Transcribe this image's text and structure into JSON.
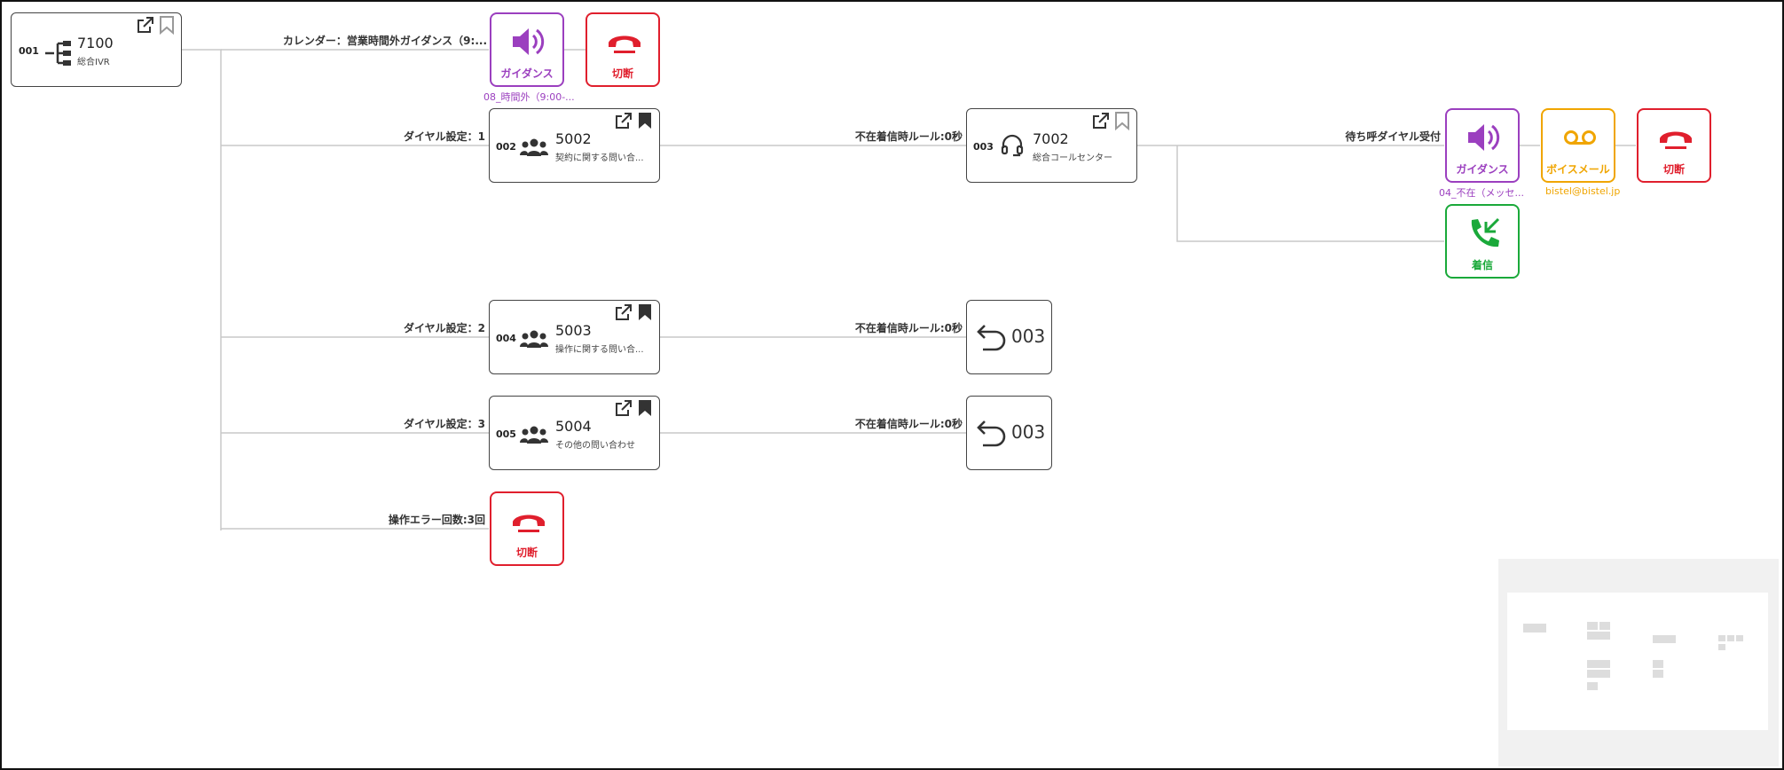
{
  "nodes": {
    "n001": {
      "id": "001",
      "number": "7100",
      "subtitle": "総合IVR"
    },
    "n002": {
      "id": "002",
      "number": "5002",
      "subtitle": "契約に関する問い合..."
    },
    "n003": {
      "id": "003",
      "number": "7002",
      "subtitle": "総合コールセンター"
    },
    "n004": {
      "id": "004",
      "number": "5003",
      "subtitle": "操作に関する問い合..."
    },
    "n005": {
      "id": "005",
      "number": "5004",
      "subtitle": "その他の問い合わせ"
    }
  },
  "edges": {
    "calendar": "カレンダー：営業時間外ガイダンス（9:...",
    "dial1": "ダイヤル設定：1",
    "dial2": "ダイヤル設定：2",
    "dial3": "ダイヤル設定：3",
    "error": "操作エラー回数:3回",
    "absent1": "不在着信時ルール:0秒",
    "absent2": "不在着信時ルール:0秒",
    "absent3": "不在着信時ルール:0秒",
    "wait": "待ち呼ダイヤル受付"
  },
  "actions": {
    "guidance1": {
      "label": "ガイダンス",
      "caption": "08_時間外（9:00-..."
    },
    "disconnect1": {
      "label": "切断"
    },
    "guidance2": {
      "label": "ガイダンス",
      "caption": "04_不在（メッセ..."
    },
    "voicemail": {
      "label": "ボイスメール",
      "caption": "bistel@bistel.jp"
    },
    "disconnect2": {
      "label": "切断"
    },
    "incoming": {
      "label": "着信"
    },
    "disconnect3": {
      "label": "切断"
    }
  },
  "returns": {
    "r1": {
      "target": "003"
    },
    "r2": {
      "target": "003"
    }
  },
  "colors": {
    "guidance": "#9b3fbf",
    "disconnect": "#e01f2d",
    "voicemail": "#f0a500",
    "incoming": "#1aa93a",
    "line": "#c8c8c8",
    "border": "#444444"
  },
  "icons": [
    "ivr-tree-icon",
    "group-icon",
    "headset-icon",
    "external-link-icon",
    "bookmark-icon",
    "bookmark-outline-icon",
    "speaker-icon",
    "hangup-icon",
    "voicemail-icon",
    "incoming-call-icon",
    "return-arrow-icon"
  ]
}
